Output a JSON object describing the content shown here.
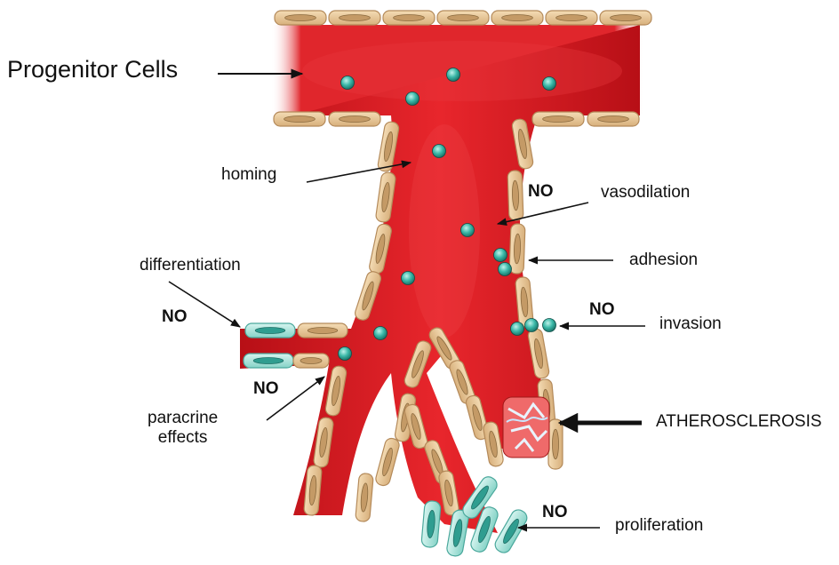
{
  "labels": {
    "progenitor_cells": "Progenitor Cells",
    "homing": "homing",
    "vasodilation": "vasodilation",
    "adhesion": "adhesion",
    "invasion": "invasion",
    "atherosclerosis": "ATHEROSCLEROSIS",
    "proliferation": "proliferation",
    "differentiation": "differentiation",
    "paracrine_line1": "paracrine",
    "paracrine_line2": "effects",
    "no": "NO"
  },
  "colors": {
    "blood": "#d8141c",
    "blood_dark": "#a50d12",
    "endothelium": "#e8c99a",
    "endothelium_edge": "#b48a5a",
    "progenitor_cell": "#3bb8a8",
    "differentiated_cell": "#8fd8d0",
    "plaque": "#e05050"
  }
}
